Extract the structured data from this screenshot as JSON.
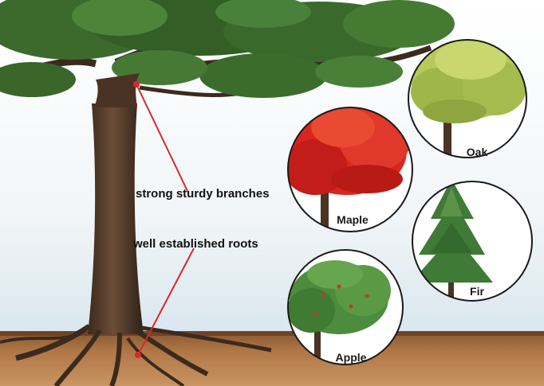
{
  "annotations": {
    "branches": "strong sturdy branches",
    "roots": "well established roots"
  },
  "trees": {
    "oak": "Oak",
    "maple": "Maple",
    "fir": "Fir",
    "apple": "Apple"
  },
  "colors": {
    "sky": "#dfe9ef",
    "soil": "#a86b3e",
    "leader_line": "#d8282c",
    "maple_foliage": "#d7261e",
    "oak_foliage": "#b7c95a",
    "fir_foliage": "#3f7a37",
    "apple_foliage": "#4d8c3c",
    "trunk": "#4a3324"
  }
}
